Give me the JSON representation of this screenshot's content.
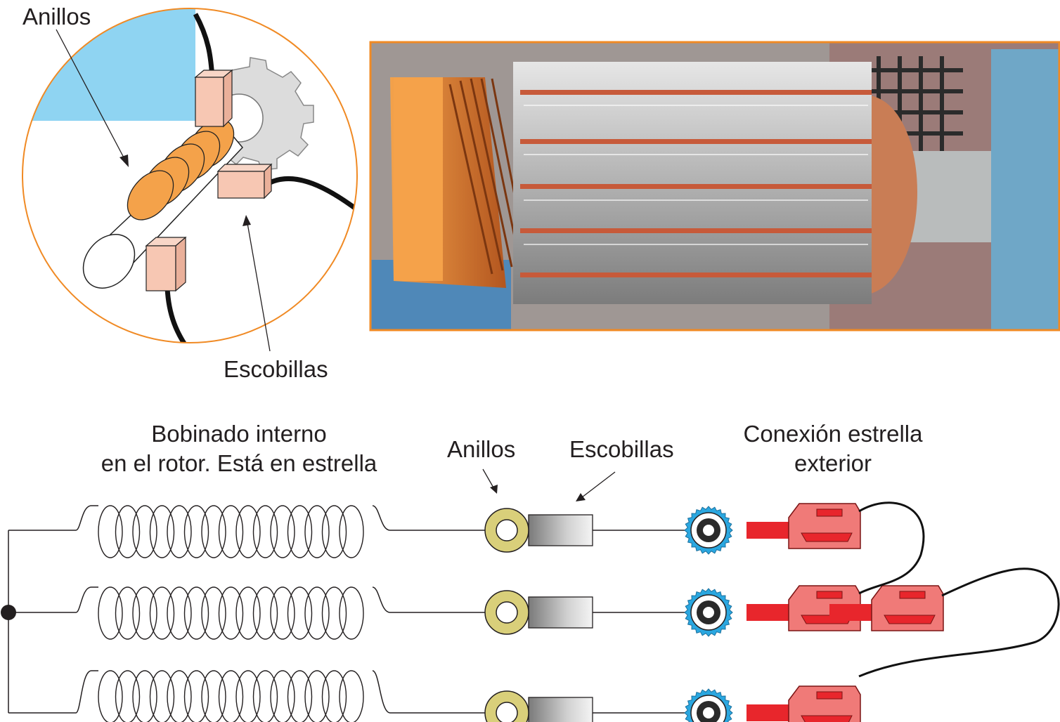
{
  "top": {
    "detail_labels": {
      "rings": "Anillos",
      "brushes": "Escobillas"
    }
  },
  "bottom": {
    "winding_label_line1": "Bobinado interno",
    "winding_label_line2": "en el rotor. Está en estrella",
    "rings_label": "Anillos",
    "brushes_label": "Escobillas",
    "star_label_line1": "Conexión estrella",
    "star_label_line2": "exterior"
  },
  "colors": {
    "accent_orange": "#f08a24",
    "ring_fill": "#d9cf7a",
    "terminal_blue": "#2aa7e0",
    "plug_red": "#e8262c",
    "plug_body": "#f07a78",
    "brush_pink": "#f7c7b3",
    "light_blue": "#8fd4f2"
  }
}
